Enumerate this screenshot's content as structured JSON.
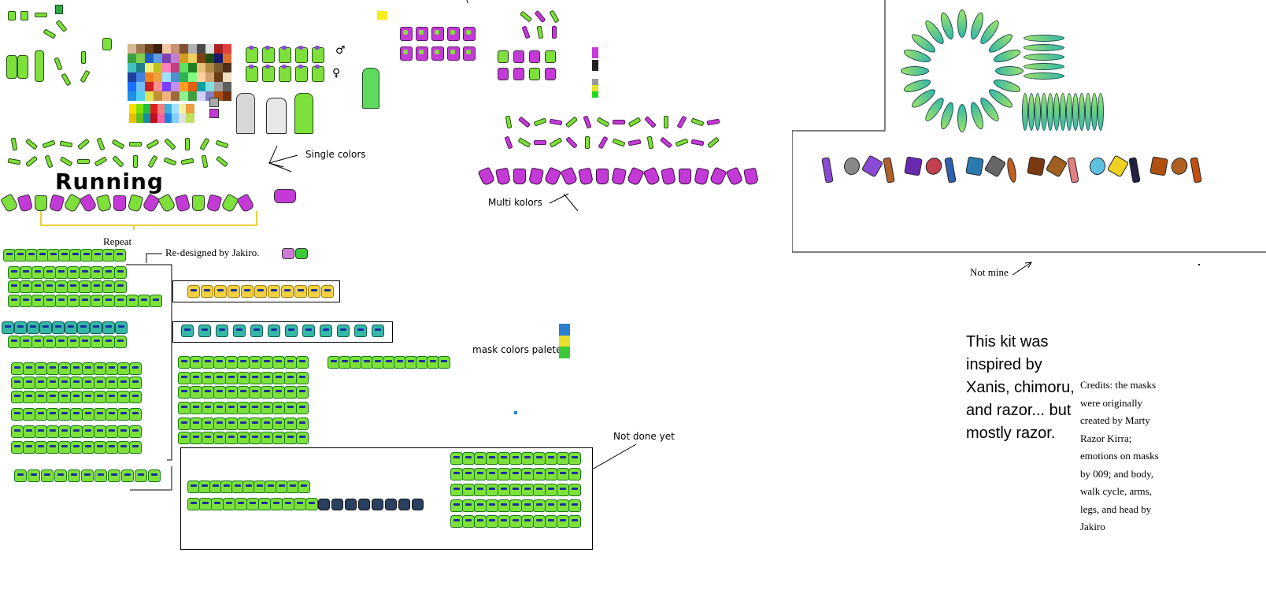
{
  "labels": {
    "single_colors": "Single colors",
    "running": "Running",
    "repeat": "Repeat",
    "redesigned": "Re-designed by Jakiro.",
    "multi_kolors": "Multi kolors",
    "mask_palette": "mask  colors palete",
    "not_done_yet": "Not done yet",
    "not_mine": "Not mine",
    "male_symbol": "♂",
    "female_symbol": "♀"
  },
  "inspiration_text": "This kit was inspired by Xanis, chimoru, and razor... but mostly razor.",
  "credits_text": "Credits: the masks were originally created by Marty Razor Kirra; emotions on masks by 009; and body, walk cycle, arms, legs, and head by Jakiro",
  "colors": {
    "green": "#7ee03a",
    "purple": "#c43ad6",
    "yellow": "#f2d140",
    "teal": "#35b7a8",
    "blue_mask": "#2d7fd0",
    "yellow_mask": "#e8e02a",
    "green_mask": "#3cc83a"
  },
  "mask_palette": [
    "#2d7fd0",
    "#e8e02a",
    "#3cc83a"
  ]
}
